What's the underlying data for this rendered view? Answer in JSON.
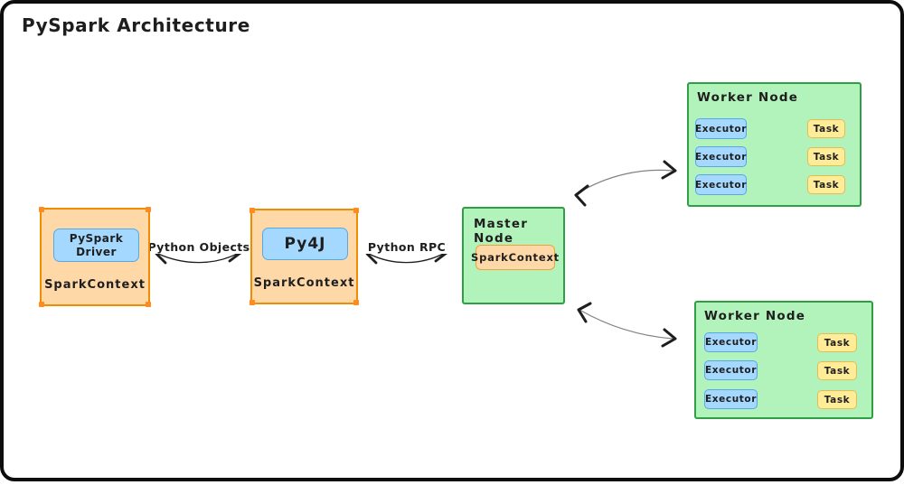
{
  "title": "PySpark Architecture",
  "driver_box": {
    "inner_label_line1": "PySpark",
    "inner_label_line2": "Driver",
    "context_label": "SparkContext"
  },
  "py4j_box": {
    "inner_label": "Py4J",
    "context_label": "SparkContext"
  },
  "edges": {
    "driver_py4j": {
      "label": "Python Objects"
    },
    "py4j_master": {
      "label": "Python RPC"
    }
  },
  "master": {
    "title": "Master Node",
    "inner_label": "SparkContext"
  },
  "workers": [
    {
      "title": "Worker Node",
      "rows": [
        {
          "executor": "Executor",
          "task": "Task"
        },
        {
          "executor": "Executor",
          "task": "Task"
        },
        {
          "executor": "Executor",
          "task": "Task"
        }
      ]
    },
    {
      "title": "Worker Node",
      "rows": [
        {
          "executor": "Executor",
          "task": "Task"
        },
        {
          "executor": "Executor",
          "task": "Task"
        },
        {
          "executor": "Executor",
          "task": "Task"
        }
      ]
    }
  ],
  "colors": {
    "ink": "#1e1e1e",
    "orange_fill": "#ffd8a8",
    "orange_border": "#f08c00",
    "blue_fill": "#a5d8ff",
    "blue_border": "#55a9e8",
    "green_fill": "#b2f2bb",
    "green_border": "#2f9e44",
    "yellow_fill": "#ffec99",
    "yellow_border": "#e4bd52",
    "frame": "#0d0d0d"
  }
}
